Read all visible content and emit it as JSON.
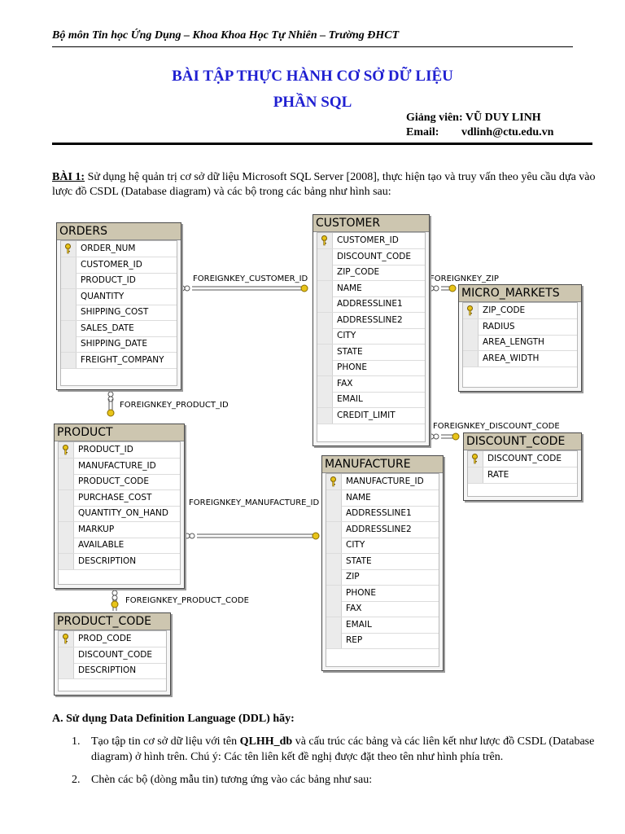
{
  "header": {
    "department": "Bộ môn Tin học Ứng Dụng – Khoa Khoa Học Tự Nhiên – Trường ĐHCT"
  },
  "title": {
    "line1": "BÀI TẬP THỰC HÀNH CƠ SỞ DỮ LIỆU",
    "line2": "PHẦN SQL"
  },
  "instructor": {
    "label": "Giảng viên:",
    "name": "VŨ DUY LINH",
    "email_label": "Email:",
    "email": "vdlinh@ctu.edu.vn"
  },
  "exercise": {
    "label": "BÀI 1:",
    "text": " Sử dụng hệ quản trị cơ sở dữ liệu  Microsoft SQL Server [2008], thực hiện tạo và truy vấn theo yêu cầu dựa vào lược đồ CSDL (Database diagram) và các bộ trong các bảng như hình sau:"
  },
  "diagram": {
    "tables": {
      "orders": {
        "name": "ORDERS",
        "columns": [
          "ORDER_NUM",
          "CUSTOMER_ID",
          "PRODUCT_ID",
          "QUANTITY",
          "SHIPPING_COST",
          "SALES_DATE",
          "SHIPPING_DATE",
          "FREIGHT_COMPANY"
        ],
        "key_rows": [
          0
        ]
      },
      "customer": {
        "name": "CUSTOMER",
        "columns": [
          "CUSTOMER_ID",
          "DISCOUNT_CODE",
          "ZIP_CODE",
          "NAME",
          "ADDRESSLINE1",
          "ADDRESSLINE2",
          "CITY",
          "STATE",
          "PHONE",
          "FAX",
          "EMAIL",
          "CREDIT_LIMIT"
        ],
        "key_rows": [
          0
        ]
      },
      "micro_markets": {
        "name": "MICRO_MARKETS",
        "columns": [
          "ZIP_CODE",
          "RADIUS",
          "AREA_LENGTH",
          "AREA_WIDTH"
        ],
        "key_rows": [
          0
        ]
      },
      "product": {
        "name": "PRODUCT",
        "columns": [
          "PRODUCT_ID",
          "MANUFACTURE_ID",
          "PRODUCT_CODE",
          "PURCHASE_COST",
          "QUANTITY_ON_HAND",
          "MARKUP",
          "AVAILABLE",
          "DESCRIPTION"
        ],
        "key_rows": [
          0
        ]
      },
      "discount_code": {
        "name": "DISCOUNT_CODE",
        "columns": [
          "DISCOUNT_CODE",
          "RATE"
        ],
        "key_rows": [
          0
        ]
      },
      "manufacture": {
        "name": "MANUFACTURE",
        "columns": [
          "MANUFACTURE_ID",
          "NAME",
          "ADDRESSLINE1",
          "ADDRESSLINE2",
          "CITY",
          "STATE",
          "ZIP",
          "PHONE",
          "FAX",
          "EMAIL",
          "REP"
        ],
        "key_rows": [
          0
        ]
      },
      "product_code": {
        "name": "PRODUCT_CODE",
        "columns": [
          "PROD_CODE",
          "DISCOUNT_CODE",
          "DESCRIPTION"
        ],
        "key_rows": [
          0
        ]
      }
    },
    "relations": {
      "customer_id": "FOREIGNKEY_CUSTOMER_ID",
      "zip": "FOREIGNKEY_ZIP",
      "product_id": "FOREIGNKEY_PRODUCT_ID",
      "discount_code": "FOREIGNKEY_DISCOUNT_CODE",
      "manufacture_id": "FOREIGNKEY_MANUFACTURE_ID",
      "product_code": "FOREIGNKEY_PRODUCT_CODE"
    }
  },
  "sectionA": {
    "heading": "A. Sử dụng Data Definition Language (DDL) hãy:",
    "items": [
      {
        "num": "1.",
        "pre": "Tạo tập tin cơ sở dữ liệu với tên ",
        "bold": "QLHH_db",
        "post": " và cấu trúc các bảng và các liên kết như lược đồ CSDL (Database diagram)  ở hình trên. Chú ý: Các tên liên kết đề nghị được đặt theo tên như hình phía trên."
      },
      {
        "num": "2.",
        "pre": "Chèn các bộ (dòng mẫu tin) tương ứng vào các bảng như sau:",
        "bold": "",
        "post": ""
      }
    ]
  },
  "colors": {
    "title_blue": "#1f1fd1",
    "table_header": "#cdc6b0",
    "key_yellow": "#e8c419",
    "connector": "#555555"
  }
}
